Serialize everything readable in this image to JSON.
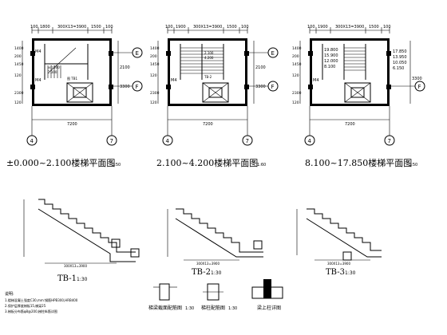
{
  "plans": [
    {
      "title": "±0.000~2.100楼梯平面图",
      "scale": "1:50",
      "top_dims": [
        "100",
        "1800",
        "300X13=3900",
        "1500",
        "100"
      ],
      "bottom_dim": "7200",
      "left_dims": [
        "1400",
        "200",
        "1450",
        "120",
        "2300",
        "120"
      ],
      "right_dims": [
        "2100",
        "3300"
      ],
      "axis_bottom": [
        "4",
        "7"
      ],
      "axis_right": [
        "E",
        "F"
      ],
      "room_labels": [
        "M4",
        "M4"
      ],
      "level_labels": [
        "±0.000",
        "2.100"
      ],
      "notes": [
        "图 TB1"
      ]
    },
    {
      "title": "2.100~4.200楼梯平面图",
      "scale": "1:60",
      "top_dims": [
        "100",
        "1900",
        "300X13=3900",
        "1500",
        "100"
      ],
      "bottom_dim": "7200",
      "left_dims": [
        "1400",
        "200",
        "1450",
        "120",
        "2300",
        "120"
      ],
      "right_dims": [
        "2100",
        "3300"
      ],
      "axis_bottom": [
        "4",
        "7"
      ],
      "axis_right": [
        "E",
        "F"
      ],
      "room_labels": [
        "M4"
      ],
      "level_labels": [
        "2.100",
        "4.200"
      ],
      "notes": [
        "TB-2"
      ]
    },
    {
      "title": "8.100~17.850楼梯平面图",
      "scale": "1:50",
      "top_dims": [
        "100",
        "1900",
        "300X13=3900",
        "1500",
        "100"
      ],
      "bottom_dim": "7200",
      "left_dims": [
        "1400",
        "200",
        "1450",
        "120",
        "2300",
        "120"
      ],
      "right_dims": [
        "17.850",
        "13.950",
        "10.050",
        "6.150",
        "3300"
      ],
      "axis_bottom": [
        "4",
        "7"
      ],
      "axis_right": [
        "F"
      ],
      "room_labels": [
        "M4"
      ],
      "level_labels": [
        "19.800",
        "15.900",
        "12.000",
        "8.100"
      ],
      "notes": []
    }
  ],
  "sections": [
    {
      "label": "TB-1",
      "scale": "1:30",
      "span_dim": "300X13=3900"
    },
    {
      "label": "TB-2",
      "scale": "1:30",
      "span_dim": "300X13=3900"
    },
    {
      "label": "TB-3",
      "scale": "1:30",
      "span_dim": "300X13=3900"
    }
  ],
  "details": [
    {
      "label": "梯梁截面配筋图",
      "scale": "1:30"
    },
    {
      "label": "梯柱配筋图",
      "scale": "1:30"
    },
    {
      "label": "梁上柱详图",
      "scale": ""
    }
  ],
  "notes_block": {
    "heading": "说明:",
    "lines": [
      "1.楼梯混凝土强度C30,mm:钢筋HPB300,HRB400",
      "2.保护层厚度梯板15,梯梁25",
      "3.梯板分布筋φ8@200,梯柱纵筋详图"
    ]
  },
  "colors": {
    "line": "#000000",
    "background": "#ffffff"
  }
}
